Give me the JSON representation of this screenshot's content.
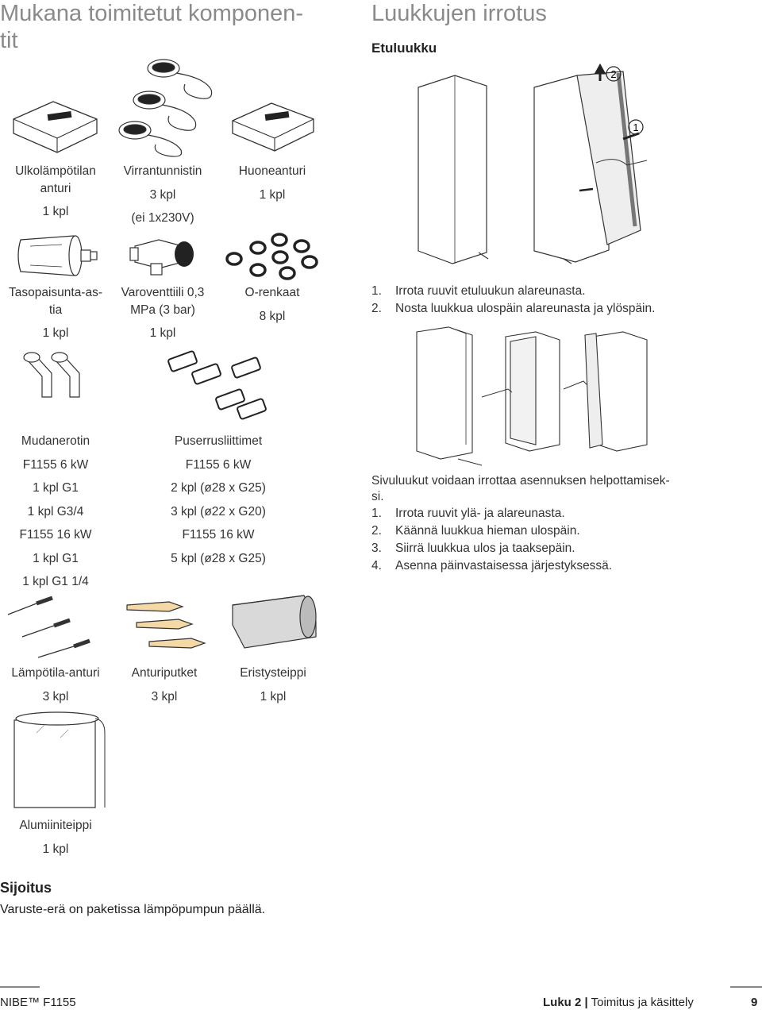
{
  "left": {
    "title_line1": "Mukana toimitetut komponen-",
    "title_line2": "tit",
    "components": [
      {
        "name_lines": [
          "Ulkolämpötilan",
          "anturi"
        ],
        "qty_lines": [
          "1 kpl"
        ]
      },
      {
        "name_lines": [
          "Virrantunnistin"
        ],
        "qty_lines": [
          "3 kpl",
          "(ei 1x230V)"
        ]
      },
      {
        "name_lines": [
          "Huoneanturi"
        ],
        "qty_lines": [
          "1 kpl"
        ]
      },
      {
        "name_lines": [
          "Tasopaisunta-as-",
          "tia"
        ],
        "qty_lines": [
          "1 kpl"
        ]
      },
      {
        "name_lines": [
          "Varoventtiili 0,3",
          "MPa (3 bar)"
        ],
        "qty_lines": [
          "1 kpl"
        ]
      },
      {
        "name_lines": [
          "O-renkaat"
        ],
        "qty_lines": [
          "8 kpl"
        ]
      },
      {
        "name_lines": [
          "Mudanerotin"
        ],
        "qty_lines": [
          "F1155 6 kW",
          "1 kpl G1",
          "1 kpl G3/4",
          "F1155 16 kW",
          "1 kpl G1",
          "1 kpl G1 1/4"
        ]
      },
      {
        "name_lines": [
          "Puserrusliittimet"
        ],
        "qty_lines": [
          "F1155 6 kW",
          "2 kpl (ø28 x G25)",
          "3 kpl (ø22 x G20)",
          "F1155 16 kW",
          "5 kpl (ø28 x G25)"
        ]
      },
      {
        "name_lines": [
          "Lämpötila-anturi"
        ],
        "qty_lines": [
          "3 kpl"
        ]
      },
      {
        "name_lines": [
          "Anturiputket"
        ],
        "qty_lines": [
          "3 kpl"
        ]
      },
      {
        "name_lines": [
          "Eristysteippi"
        ],
        "qty_lines": [
          "1 kpl"
        ]
      },
      {
        "name_lines": [
          "Alumiiniteippi"
        ],
        "qty_lines": [
          "1 kpl"
        ]
      }
    ],
    "placement_heading": "Sijoitus",
    "placement_text": "Varuste-erä on paketissa lämpöpumpun päällä."
  },
  "right": {
    "title": "Luukkujen irrotus",
    "subheading": "Etuluukku",
    "figure1_markers": [
      "2",
      "1"
    ],
    "front_steps": [
      {
        "num": "1.",
        "text": "Irrota ruuvit etuluukun alareunasta."
      },
      {
        "num": "2.",
        "text": "Nosta luukkua ulospäin alareunasta ja ylöspäin."
      }
    ],
    "side_intro_line1": "Sivuluukut voidaan irrottaa asennuksen helpottamisek-",
    "side_intro_line2": "si.",
    "side_steps": [
      {
        "num": "1.",
        "text": "Irrota ruuvit ylä- ja alareunasta."
      },
      {
        "num": "2.",
        "text": "Käännä luukkua hieman ulospäin."
      },
      {
        "num": "3.",
        "text": "Siirrä luukkua ulos ja taaksepäin."
      },
      {
        "num": "4.",
        "text": "Asenna päinvastaisessa järjestyksessä."
      }
    ]
  },
  "footer": {
    "product": "NIBE™ F1155",
    "chapter": "Luku 2",
    "separator": "|",
    "section": "Toimitus ja käsittely",
    "page": "9"
  },
  "colors": {
    "title_gray": "#8a8a8a",
    "rule_gray": "#888888",
    "line": "#333333"
  }
}
